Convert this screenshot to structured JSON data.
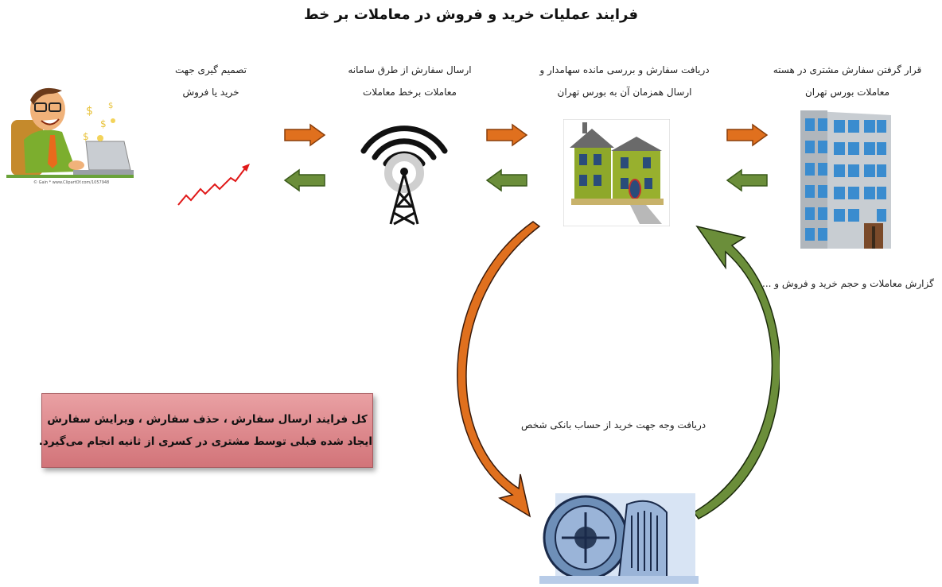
{
  "title": "فرایند عملیات خرید و فروش در معاملات بر خط",
  "steps": [
    {
      "line1": "تصمیم گیری جهت",
      "line2": "خرید یا فروش"
    },
    {
      "line1": "ارسال سفارش از طرق سامانه",
      "line2": "معاملات برخط معاملات"
    },
    {
      "line1": "دریافت سفارش و  بررسی مانده سهامدار و",
      "line2": "ارسال همزمان آن به بورس تهران"
    },
    {
      "line1": "قرار گرفتن سفارش مشتری در هسته",
      "line2": "معاملات بورس تهران"
    }
  ],
  "report_label": "گزارش معاملات و حجم خرید و فروش و ...",
  "bank_label": "دریافت وجه جهت خرید از حساب بانکی شخص",
  "note": {
    "line1": "کل فرایند ارسال سفارش ، حذف سفارش ، ویرایش سفارش",
    "line2": "ایجاد شده قبلی توسط مشتری در کسری از ثانیه انجام می‌گیرد."
  },
  "clipart_credit": "© Gain  *  www.ClipartOf.com/1057948",
  "colors": {
    "orange": "#e0701e",
    "green": "#6b8e3a",
    "trend": "#e01818"
  }
}
